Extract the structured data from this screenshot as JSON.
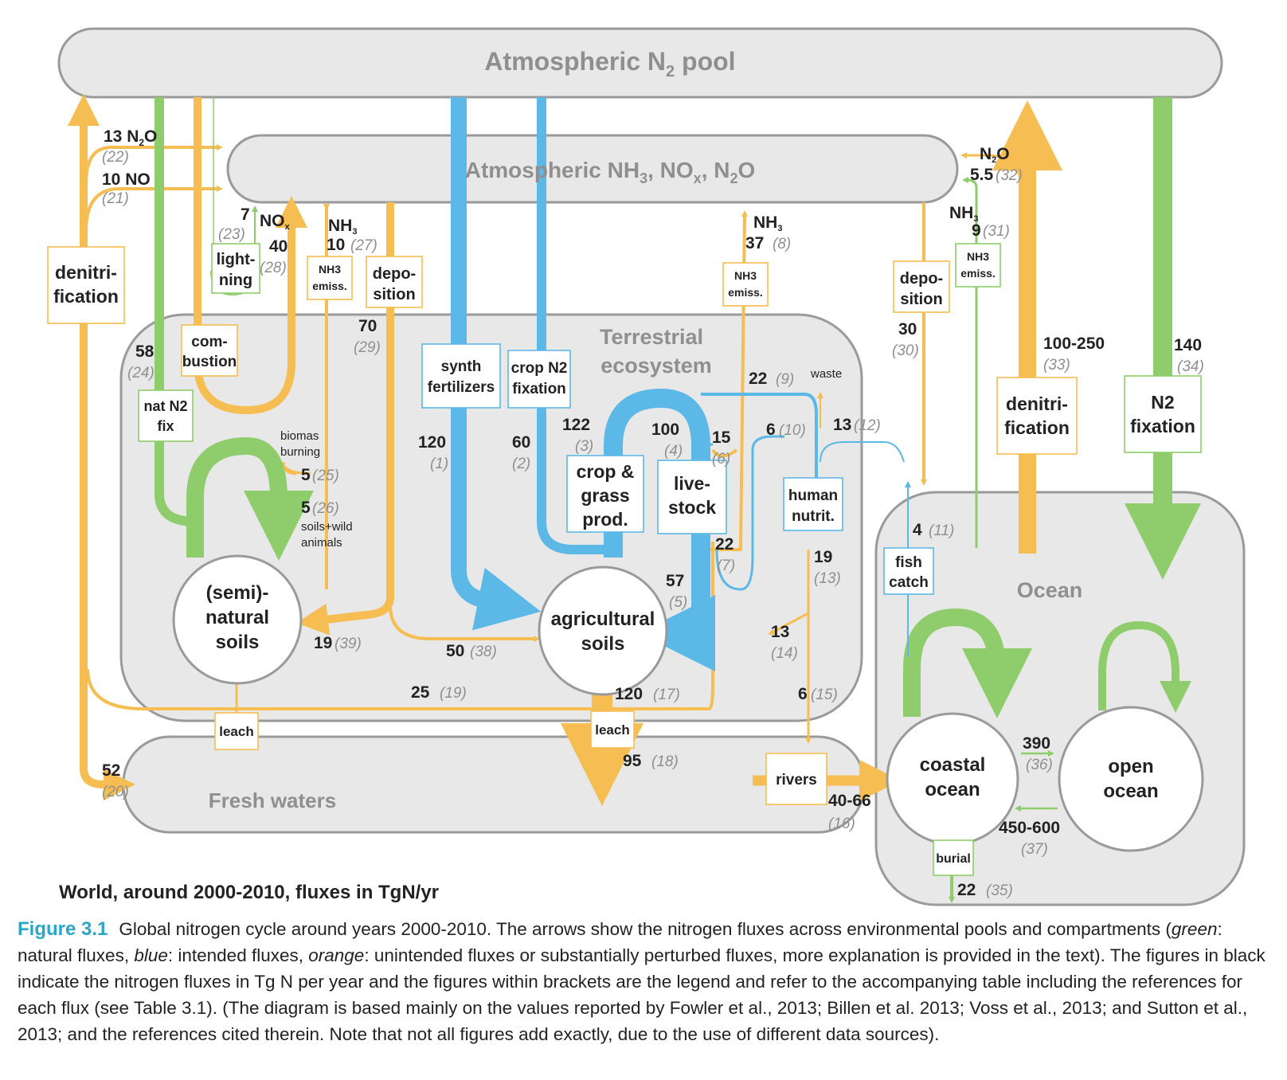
{
  "pools": {
    "atm_n2_a": "Atmospheric N",
    "atm_n2_sub": "2",
    "atm_n2_b": " pool",
    "atm_reactive_a": "Atmospheric NH",
    "atm_reactive_s1": "3",
    "atm_reactive_b": ", NO",
    "atm_reactive_s2": "x",
    "atm_reactive_c": ", N",
    "atm_reactive_s3": "2",
    "atm_reactive_d": "O",
    "terrestrial_1": "Terrestrial",
    "terrestrial_2": "ecosystem",
    "ocean": "Ocean",
    "fresh_waters": "Fresh waters",
    "seminatural_1": "(semi)-",
    "seminatural_2": "natural",
    "seminatural_3": "soils",
    "agri_1": "agricultural",
    "agri_2": "soils",
    "coastal_1": "coastal",
    "coastal_2": "ocean",
    "open_1": "open",
    "open_2": "ocean"
  },
  "boxes": {
    "denitri_left_1": "denitri-",
    "denitri_left_2": "fication",
    "lightning_1": "light-",
    "lightning_2": "ning",
    "combustion_1": "com-",
    "combustion_2": "bustion",
    "nat_fix_1": "nat N2",
    "nat_fix_2": "fix",
    "nh3_emiss_1": "NH3",
    "nh3_emiss_2": "emiss.",
    "depo_1": "depo-",
    "depo_2": "sition",
    "synth_1": "synth",
    "synth_2": "fertilizers",
    "cropfix_1": "crop N2",
    "cropfix_2": "fixation",
    "crop_1": "crop &",
    "crop_2": "grass",
    "crop_3": "prod.",
    "live_1": "live-",
    "live_2": "stock",
    "human_1": "human",
    "human_2": "nutrit.",
    "denitri_right_1": "denitri-",
    "denitri_right_2": "fication",
    "n2fix_1": "N2",
    "n2fix_2": "fixation",
    "fish_1": "fish",
    "fish_2": "catch",
    "rivers": "rivers",
    "leach": "leach",
    "burial": "burial"
  },
  "labels": {
    "n2o_left_num": "13 N",
    "n2o_left_sub": "2",
    "n2o_left_o": "O",
    "n2o_left_ref": "(22)",
    "no_left": "10 NO",
    "no_left_ref": "(21)",
    "lightning_num": "7",
    "lightning_ref": "(23)",
    "nox_a": "NO",
    "nox_sub": "x",
    "combustion_num": "40",
    "combustion_ref": "(28)",
    "nh3_a": "NH",
    "nh3_sub": "3",
    "nh3_emiss_num": "10",
    "nh3_emiss_ref": "(27)",
    "depo_num": "70",
    "depo_ref": "(29)",
    "denitri_num": "58",
    "denitri_ref": "(24)",
    "biomass_1": "biomas",
    "biomass_2": "burning",
    "biomass_num": "5",
    "biomass_ref": "(25)",
    "soilswild_num": "5",
    "soilswild_ref": "(26)",
    "soilswild_1": "soils+wild",
    "soilswild_2": "animals",
    "synth_num": "120",
    "synth_ref": "(1)",
    "cropfix_num": "60",
    "cropfix_ref": "(2)",
    "crop_num": "122",
    "crop_ref": "(3)",
    "live_num": "100",
    "live_ref": "(4)",
    "live15_num": "15",
    "live15_ref": "(6)",
    "nh3_37_num": "37",
    "nh3_37_ref": "(8)",
    "f22_num": "22",
    "f22_ref": "(9)",
    "waste": "waste",
    "f6_num": "6",
    "f6_ref": "(10)",
    "f13_num": "13",
    "f13_ref": "(12)",
    "f22b_num": "22",
    "f22b_ref": "(7)",
    "f57_num": "57",
    "f57_ref": "(5)",
    "f19h_num": "19",
    "f19h_ref": "(13)",
    "f13b_num": "13",
    "f13b_ref": "(14)",
    "f19s_num": "19",
    "f19s_ref": "(39)",
    "f50_num": "50",
    "f50_ref": "(38)",
    "f25_num": "25",
    "f25_ref": "(19)",
    "f120_num": "120",
    "f120_ref": "(17)",
    "f6b_num": "6",
    "f6b_ref": "(15)",
    "f95_num": "95",
    "f95_ref": "(18)",
    "f52_num": "52",
    "f52_ref": "(20)",
    "f4066_num": "40-66",
    "f4066_ref": "(16)",
    "n2o_right_a": "N",
    "n2o_right_sub": "2",
    "n2o_right_o": "O",
    "n2o_right_num": "5.5",
    "n2o_right_ref": "(32)",
    "nh3_right_num": "9",
    "nh3_right_ref": "(31)",
    "depo_right_num": "30",
    "depo_right_ref": "(30)",
    "denitri_right_num": "100-250",
    "denitri_right_ref": "(33)",
    "n2fix_num": "140",
    "n2fix_ref": "(34)",
    "fish_num": "4",
    "fish_ref": "(11)",
    "f390_num": "390",
    "f390_ref": "(36)",
    "f450_num": "450-600",
    "f450_ref": "(37)",
    "burial_num": "22",
    "burial_ref": "(35)"
  },
  "title": "World, around 2000-2010, fluxes in TgN/yr",
  "caption": {
    "figure_label": "Figure 3.1",
    "p1": "Global nitrogen cycle around years 2000-2010. The arrows show the nitrogen fluxes across environmental pools and compartments (",
    "green": "green",
    "p2": ": natural fluxes, ",
    "blue": "blue",
    "p3": ": intended fluxes, ",
    "orange": "orange",
    "p4": ": unintended fluxes or substantially perturbed fluxes, more explanation is provided in the text). The figures in black indicate the nitrogen fluxes in Tg N per year and the figures within brackets are the legend and refer to the accompanying table including the references for each flux (see Table 3.1). (The diagram is based mainly on the values reported by Fowler et al., 2013; Billen et al. 2013; Voss et al., 2013; and Sutton et al., 2013; and the references cited therein. Note that not all figures add exactly, due to the use of different data sources)."
  },
  "colors": {
    "orange": "#f6bd52",
    "green": "#8fcd6c",
    "blue": "#5cb8e6",
    "pool_fill": "#e8e8e8",
    "pool_stroke": "#9a9a9a",
    "caption_label": "#2aa6c9"
  }
}
